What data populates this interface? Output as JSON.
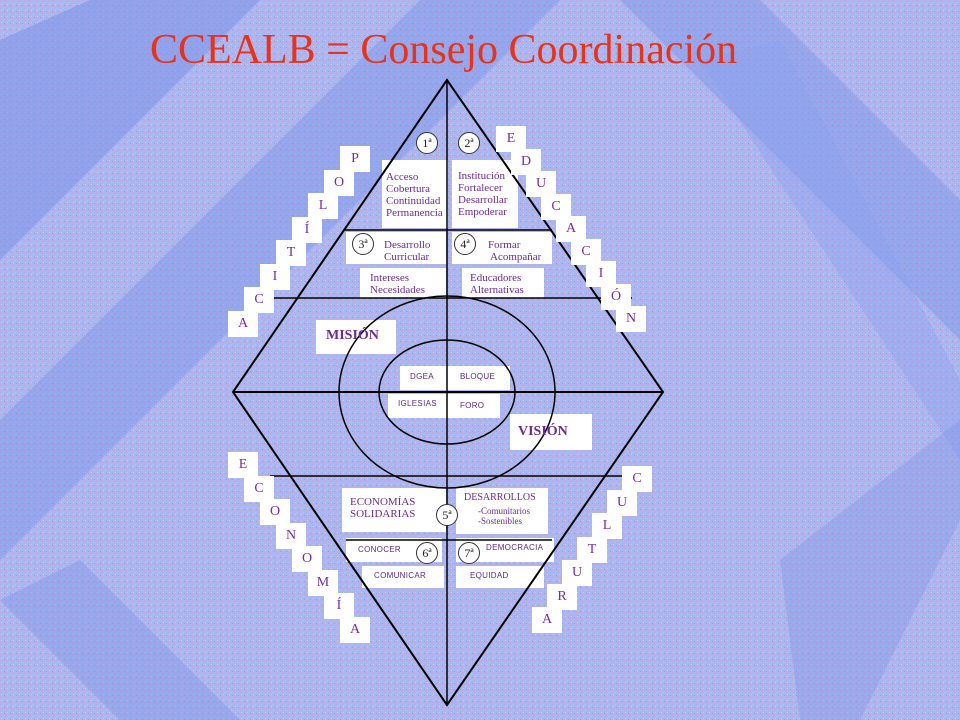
{
  "title": "CCEALB = Consejo Coordinación",
  "words": {
    "left_top": [
      "P",
      "O",
      "L",
      "Í",
      "T",
      "I",
      "C",
      "A"
    ],
    "right_top": [
      "E",
      "D",
      "U",
      "C",
      "A",
      "C",
      "I",
      "Ó",
      "N"
    ],
    "left_bottom": [
      "E",
      "C",
      "O",
      "N",
      "O",
      "M",
      "Í",
      "A"
    ],
    "right_bottom": [
      "C",
      "U",
      "L",
      "T",
      "U",
      "R",
      "A"
    ]
  },
  "sectors": {
    "s1": {
      "badge": "1ª",
      "lines": [
        "Acceso",
        "Cobertura",
        "Continuidad",
        "Permanencia"
      ]
    },
    "s2": {
      "badge": "2ª",
      "lines": [
        "Institución",
        "Fortalecer",
        "Desarrollar",
        "Empoderar"
      ]
    },
    "s3": {
      "badge": "3ª",
      "lines": [
        "Desarrollo",
        "Curricular"
      ]
    },
    "s4": {
      "badge": "4ª",
      "lines": [
        "Formar",
        "Acompañar"
      ]
    },
    "s3b": {
      "lines": [
        "Intereses",
        "Necesidades"
      ]
    },
    "s4b": {
      "lines": [
        "Educadores",
        "Alternativas"
      ]
    },
    "s5": {
      "badge": "5ª",
      "left": [
        "ECONOMÍAS",
        "SOLIDARIAS"
      ],
      "right_title": "DESARROLLOS",
      "right": [
        "-Comunitarios",
        "-Sostenibles"
      ]
    },
    "s6": {
      "badge": "6ª",
      "top": "CONOCER",
      "bottom": "COMUNICAR"
    },
    "s7": {
      "badge": "7ª",
      "top": "DEMOCRACIA",
      "bottom": "EQUIDAD"
    }
  },
  "center": {
    "mision": "MISIÓN",
    "vision": "VISIÓN",
    "dgea": "DGEA",
    "bloque": "BLOQUE",
    "iglesias": "IGLESIAS",
    "foro": "FORO"
  }
}
